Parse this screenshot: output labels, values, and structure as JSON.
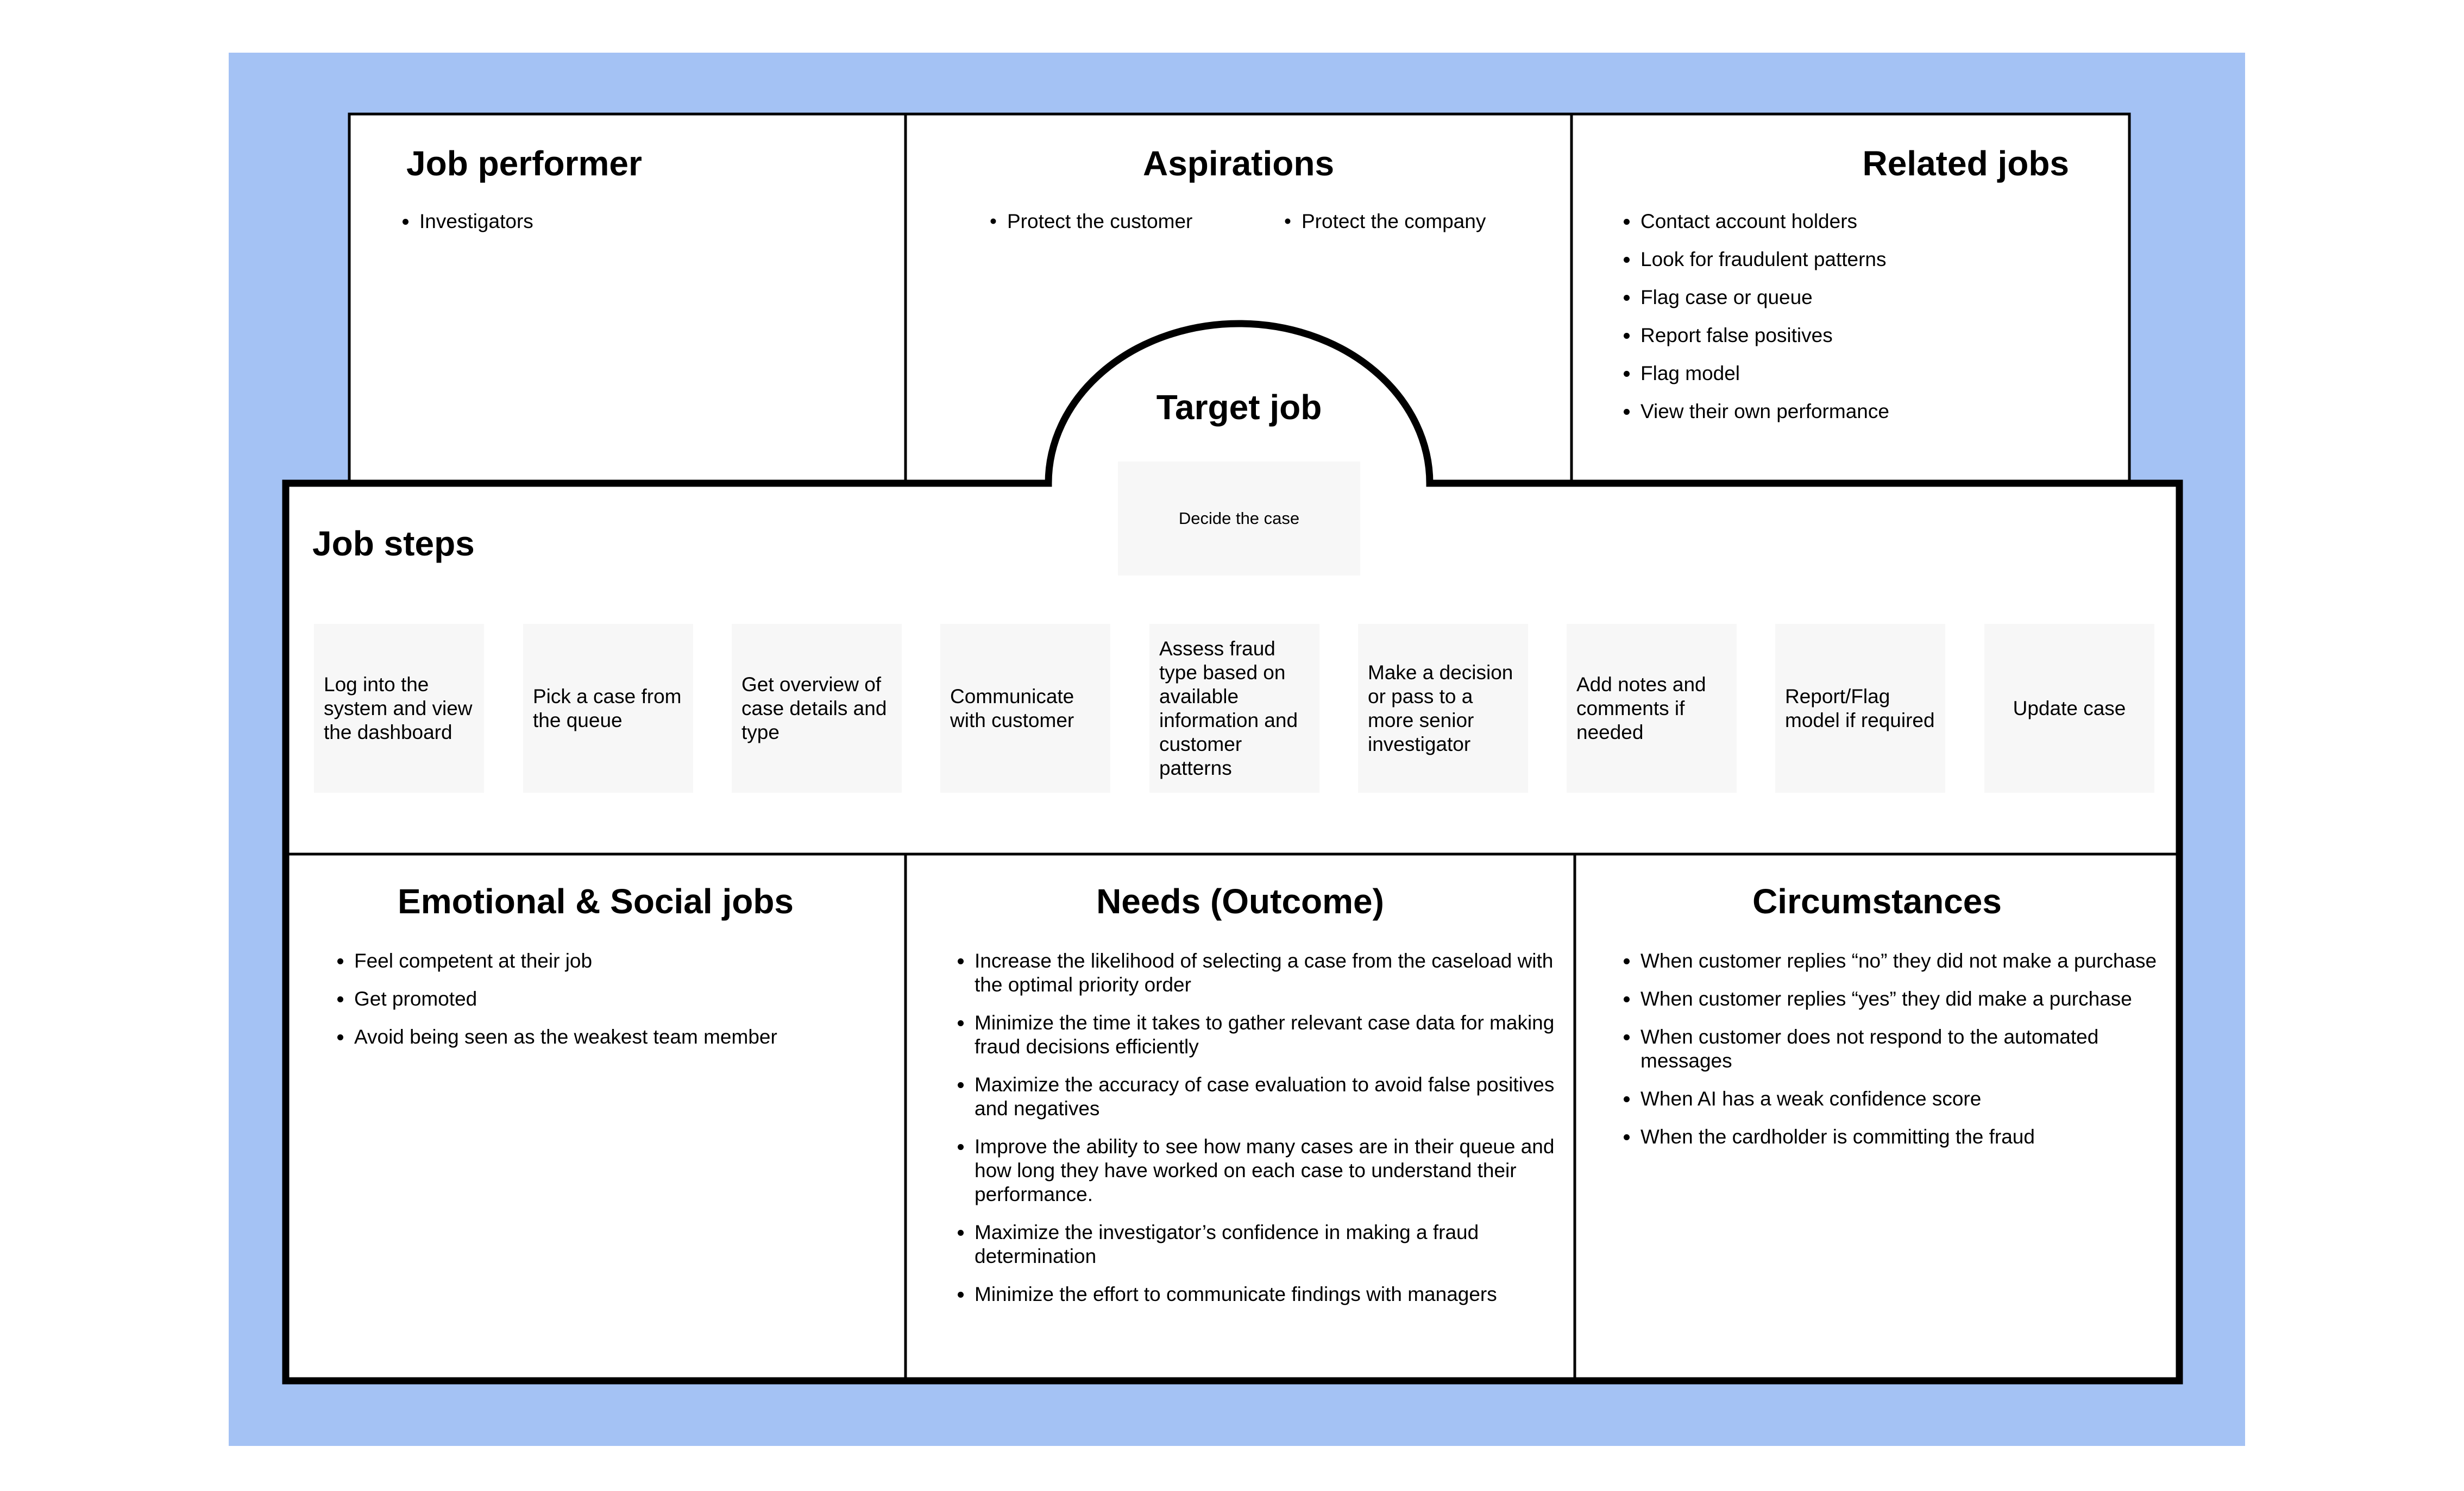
{
  "sections": {
    "job_performer": {
      "title": "Job performer",
      "items": [
        "Investigators"
      ]
    },
    "aspirations": {
      "title": "Aspirations",
      "items": [
        "Protect the customer",
        "Protect the company"
      ]
    },
    "related_jobs": {
      "title": "Related jobs",
      "items": [
        "Contact account holders",
        "Look for fraudulent patterns",
        "Flag case or queue",
        "Report false positives",
        "Flag model",
        "View their own performance"
      ]
    },
    "target_job": {
      "title": "Target job",
      "card": "Decide the case"
    },
    "job_steps": {
      "title": "Job steps",
      "steps": [
        "Log into the system and view the dashboard",
        "Pick a case from the queue",
        "Get overview of case details and type",
        "Communicate with customer",
        "Assess fraud type based on available information and customer patterns",
        "Make a decision or pass to a more senior investigator",
        "Add notes and comments if needed",
        "Report/Flag model if required",
        "Update case"
      ]
    },
    "emotional_social": {
      "title": "Emotional & Social jobs",
      "items": [
        "Feel competent at their job",
        "Get promoted",
        "Avoid being seen as the weakest team member"
      ]
    },
    "needs": {
      "title": "Needs (Outcome)",
      "items": [
        "Increase the likelihood of selecting a case from the caseload with the optimal priority order",
        "Minimize the time it takes to gather relevant case data for making fraud decisions efficiently",
        "Maximize the accuracy of case evaluation to avoid false positives and negatives",
        "Improve the ability to see how many cases are in their queue and how long they have worked on each case to understand their performance.",
        "Maximize the investigator’s confidence in making a fraud determination",
        "Minimize the effort to communicate findings with managers"
      ]
    },
    "circumstances": {
      "title": "Circumstances",
      "items": [
        "When customer replies “no” they did not make a purchase",
        "When customer replies “yes” they did make a purchase",
        "When customer does not respond to the automated messages",
        "When AI has a weak confidence score",
        "When the cardholder is committing the fraud"
      ]
    }
  }
}
